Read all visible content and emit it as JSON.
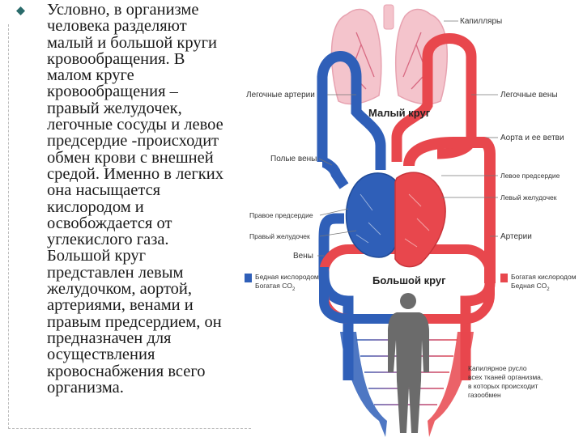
{
  "text": {
    "lines": [
      "Условно, в организме",
      "человека разделяют",
      "малый и большой круги",
      "кровообращения. В",
      "малом круге",
      "кровообращения –",
      "правый желудочек,",
      "легочные сосуды и левое",
      "предсердие -происходит",
      "обмен крови с внешней",
      "средой. Именно в легких",
      "она насыщается",
      "кислородом и",
      "освобождается от",
      "углекислого газа.",
      "Большой круг",
      "представлен левым",
      "желудочком, аортой,",
      "артериями, венами и",
      "правым предсердием, он",
      "предназначен для",
      "осуществления",
      "кровоснабжения всего",
      "организма."
    ]
  },
  "diagram": {
    "labels": {
      "capillaries": "Капилляры",
      "pulmonary_arteries": "Легочные артерии",
      "pulmonary_veins": "Легочные вены",
      "small_circle": "Малый круг",
      "aorta": "Аорта и ее ветви",
      "hollow_veins": "Полые вены",
      "left_atrium": "Левое предсердие",
      "left_ventricle": "Левый желудочек",
      "right_atrium": "Правое предсердие",
      "right_ventricle": "Правый желудочек",
      "arteries": "Артерии",
      "veins": "Вены",
      "big_circle": "Большой круг",
      "legend_blue_1": "Бедная кислородом",
      "legend_blue_2": "Богатая CO",
      "legend_red_1": "Богатая кислородом",
      "legend_red_2": "Бедная CO",
      "capillary_bed_1": "Капилярное русло",
      "capillary_bed_2": "всех тканей организма,",
      "capillary_bed_3": "в которых происходит",
      "capillary_bed_4": "газообмен",
      "sub_2": "2"
    },
    "colors": {
      "oxygenated": "#e8474d",
      "deoxygenated": "#2f5fb8",
      "lung_pink": "#f4c4cc",
      "body_silhouette": "#6b6b6b"
    }
  }
}
